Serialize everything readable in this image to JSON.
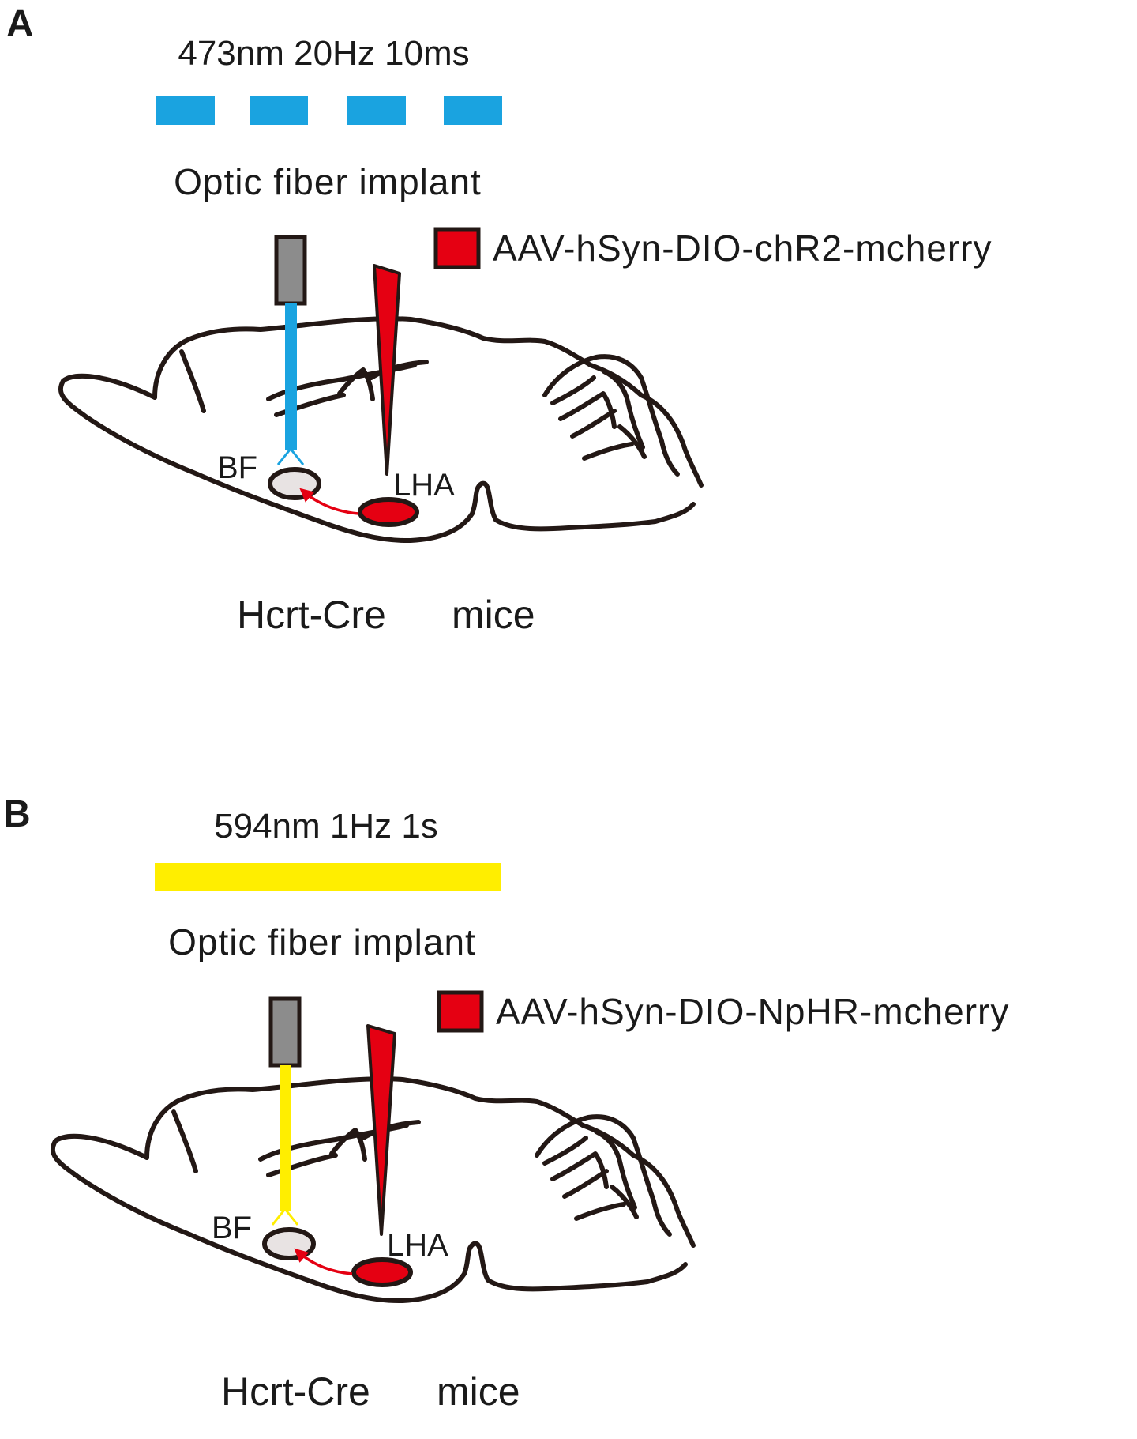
{
  "panels": [
    {
      "letter": "A",
      "stimulation": "473nm 20Hz 10ms",
      "fiber_label": "Optic fiber implant",
      "virus_label": "AAV-hSyn-DIO-chR2-mcherry",
      "region_source": "LHA",
      "region_target": "BF",
      "mouse_line": "Hcrt-Cre",
      "mouse_word": "mice",
      "light_color": "#1aa3e0",
      "stim_pattern": "pulses"
    },
    {
      "letter": "B",
      "stimulation": "594nm 1Hz 1s",
      "fiber_label": "Optic fiber implant",
      "virus_label": "AAV-hSyn-DIO-NpHR-mcherry",
      "region_source": "LHA",
      "region_target": "BF",
      "mouse_line": "Hcrt-Cre",
      "mouse_word": "mice",
      "light_color": "#ffee00",
      "stim_pattern": "continuous"
    }
  ],
  "colors": {
    "virus": "#e50012",
    "outline": "#231815",
    "fiber_cap": "#8c8c8c",
    "target_fill": "#e8e3e3"
  }
}
